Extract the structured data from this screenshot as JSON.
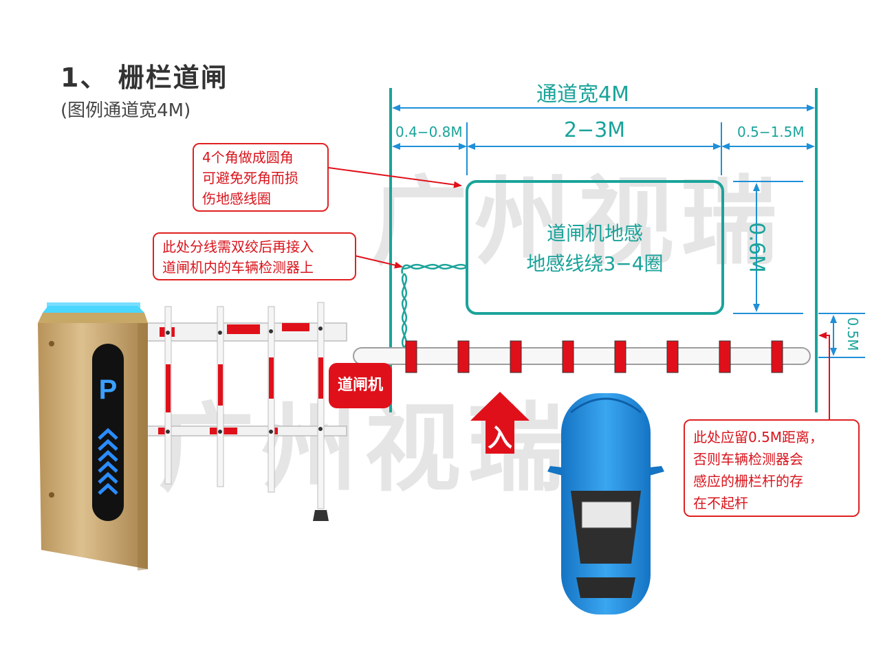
{
  "header": {
    "title": "1、 栅栏道闸",
    "subtitle": "(图例通道宽4M)"
  },
  "dimensions": {
    "channel_width": "通道宽4M",
    "left_gap": "0.4−0.8M",
    "loop_width": "2−3M",
    "right_gap": "0.5−1.5M",
    "loop_depth": "0.6M",
    "arm_clearance": "0.5M"
  },
  "loop": {
    "line1": "道闸机地感",
    "line2": "地感线绕3−4圈"
  },
  "notes": {
    "corners": [
      "4个角做成圆角",
      "可避免死角而损",
      "伤地感线圈"
    ],
    "twist": [
      "此处分线需双绞后再接入",
      "道闸机内的车辆检测器上"
    ],
    "clearance": [
      "此处应留0.5M距离，",
      "否则车辆检测器会",
      "感应的栅栏杆的存",
      "在不起杆"
    ]
  },
  "gate": {
    "label": "道闸机",
    "panel_letter": "P"
  },
  "entry_arrow": {
    "label": "入"
  },
  "watermark": {
    "text": "广州视瑞"
  },
  "colors": {
    "teal": "#1aa39a",
    "dim_blue": "#1e8fd8",
    "red": "#e0101a",
    "gold": "#c9a66b",
    "car_blue": "#1e90e0"
  }
}
